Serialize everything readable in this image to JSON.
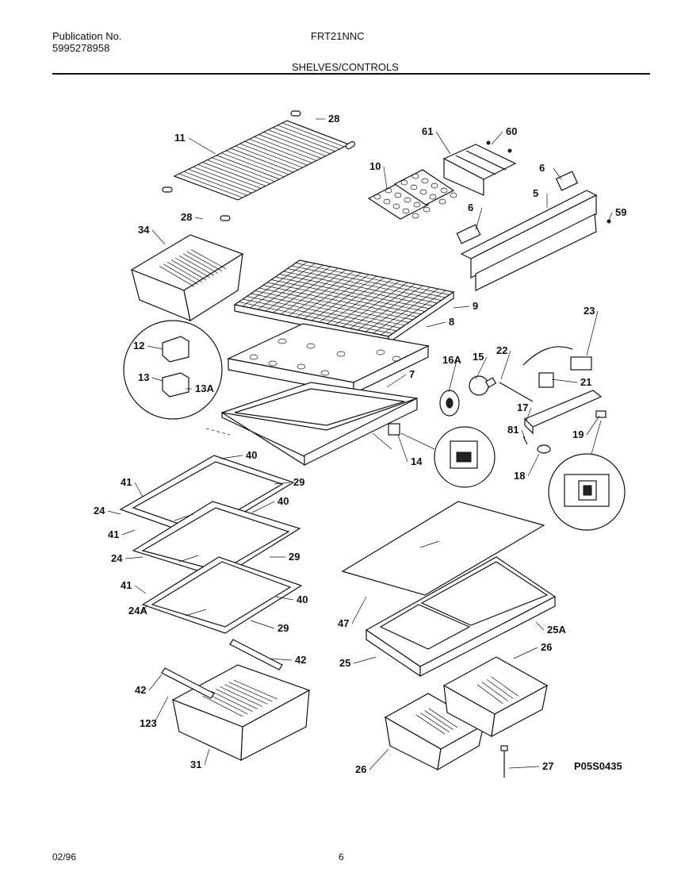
{
  "header": {
    "publication_label": "Publication No.",
    "publication_number": "5995278958",
    "model": "FRT21NNC",
    "section_title": "SHELVES/CONTROLS"
  },
  "diagram": {
    "drawing_id": "P05S0435",
    "callouts": [
      "28",
      "28",
      "11",
      "61",
      "60",
      "10",
      "6",
      "5",
      "59",
      "6",
      "34",
      "9",
      "8",
      "12",
      "13",
      "13A",
      "7",
      "16A",
      "15",
      "22",
      "23",
      "21",
      "17",
      "81",
      "19",
      "14",
      "18",
      "40",
      "41",
      "29",
      "24",
      "40",
      "41",
      "24",
      "29",
      "41",
      "40",
      "24A",
      "29",
      "47",
      "25A",
      "26",
      "25",
      "42",
      "42",
      "123",
      "31",
      "26",
      "27"
    ]
  },
  "footer": {
    "date": "02/96",
    "page": "6"
  }
}
